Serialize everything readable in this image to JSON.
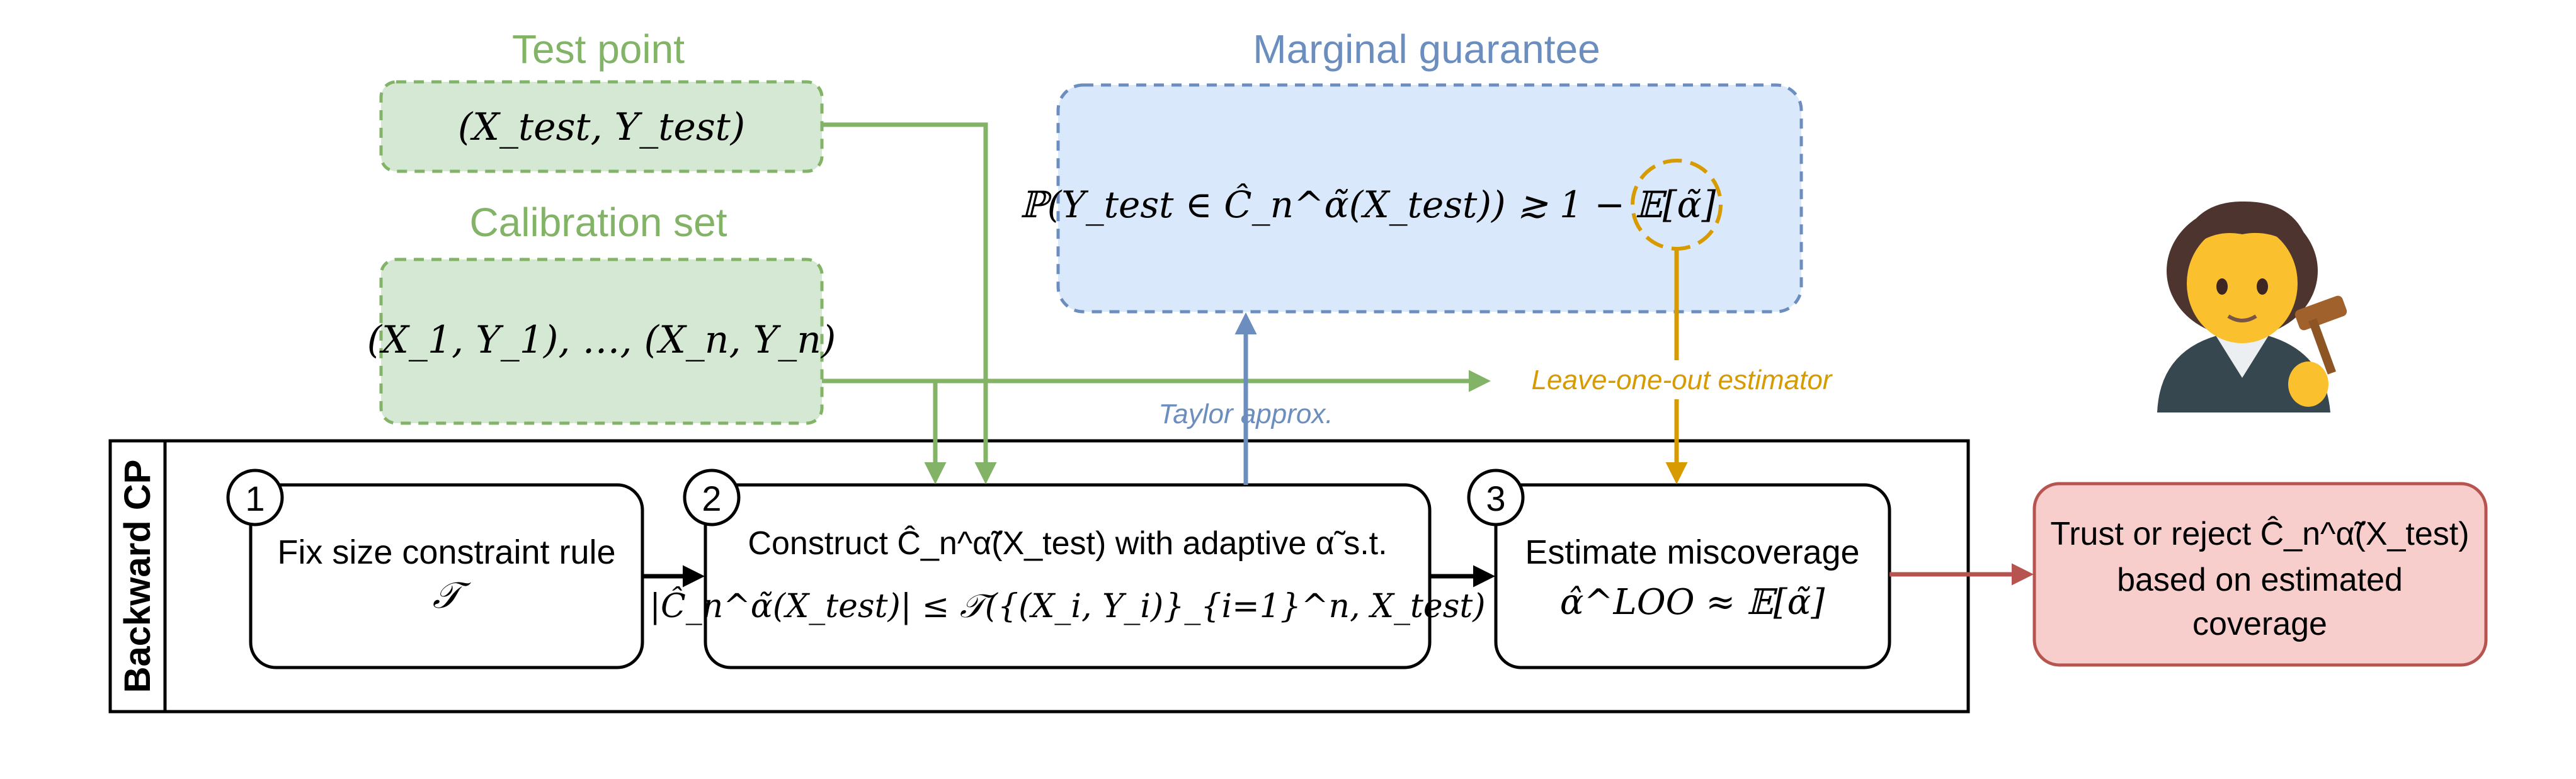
{
  "colors": {
    "green": "#82b366",
    "green_fill": "#d5e8d4",
    "blue": "#6c8ebf",
    "blue_fill": "#dae8fc",
    "orange": "#d79b00",
    "red": "#b85450",
    "red_fill": "#f8cecc",
    "black": "#000000"
  },
  "test_point": {
    "title": "Test point",
    "math": "(X_test, Y_test)"
  },
  "calibration": {
    "title": "Calibration set",
    "math": "(X_1, Y_1), …, (X_n, Y_n)"
  },
  "guarantee": {
    "title": "Marginal guarantee",
    "math_left": "ℙ(Y_test ∈ Ĉ_n^α̃(X_test)) ≳ 1 − ",
    "math_circled": "𝔼[α̃]"
  },
  "labels": {
    "taylor": "Taylor approx.",
    "loo": "Leave-one-out estimator",
    "section": "Backward CP"
  },
  "steps": [
    {
      "number": "1",
      "line1": "Fix size constraint rule",
      "line2": "𝒯"
    },
    {
      "number": "2",
      "line1": "Construct Ĉ_n^α̃(X_test) with adaptive α̃ s.t.",
      "line2": "|Ĉ_n^α̃(X_test)| ≤ 𝒯({(X_i, Y_i)}_{i=1}^n, X_test)"
    },
    {
      "number": "3",
      "line1": "Estimate miscoverage",
      "line2": "α̂^LOO ≈ 𝔼[α̃]"
    }
  ],
  "output": {
    "line1": "Trust or reject Ĉ_n^α̃(X_test)",
    "line2": "based on estimated",
    "line3": "coverage"
  },
  "judge_icon": "judge-emoji-icon"
}
